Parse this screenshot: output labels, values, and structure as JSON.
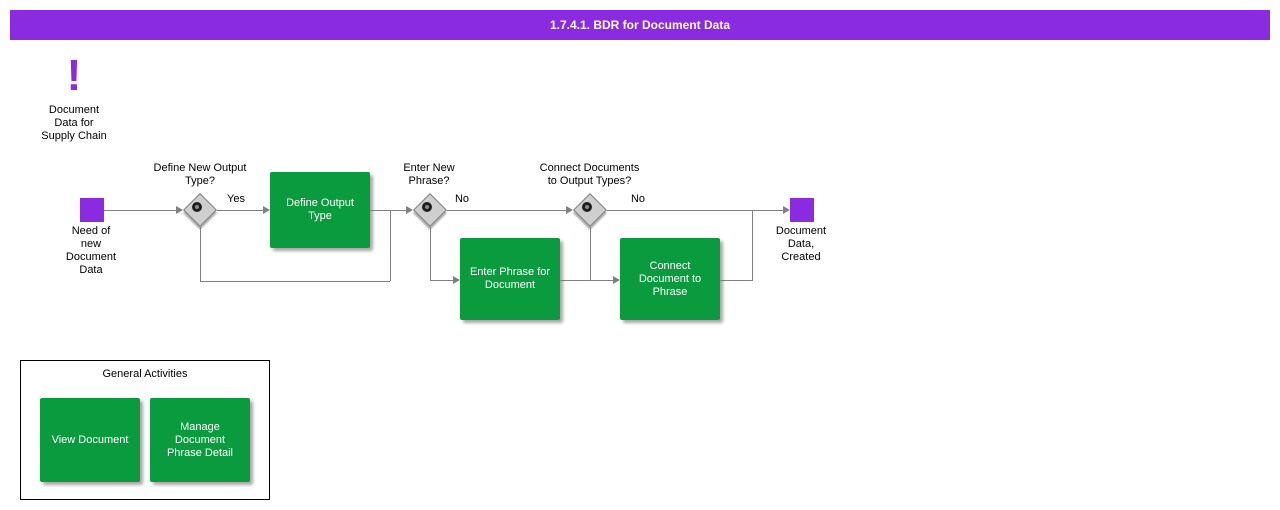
{
  "title_bar": {
    "text": "1.7.4.1. BDR for Document Data"
  },
  "colors": {
    "purple": "#8A2BE2",
    "green": "#0a9b3f",
    "line_gray": "#808080"
  },
  "annotation": {
    "icon": "!",
    "label": "Document\nData for\nSupply Chain"
  },
  "flow": {
    "start": {
      "label": "Need of\nnew\nDocument\nData"
    },
    "gateway1": {
      "question": "Define New Output\nType?",
      "branch": "Yes"
    },
    "task_define_output": {
      "label": "Define Output\nType"
    },
    "gateway2": {
      "question": "Enter New\nPhrase?",
      "branch": "No"
    },
    "task_enter_phrase": {
      "label": "Enter Phrase for\nDocument"
    },
    "gateway3": {
      "question": "Connect Documents\nto Output Types?",
      "branch": "No"
    },
    "task_connect_document": {
      "label": "Connect\nDocument to\nPhrase"
    },
    "end": {
      "label": "Document\nData,\nCreated"
    }
  },
  "general_activities": {
    "title": "General Activities",
    "items": [
      {
        "label": "View Document"
      },
      {
        "label": "Manage\nDocument\nPhrase Detail"
      }
    ]
  }
}
